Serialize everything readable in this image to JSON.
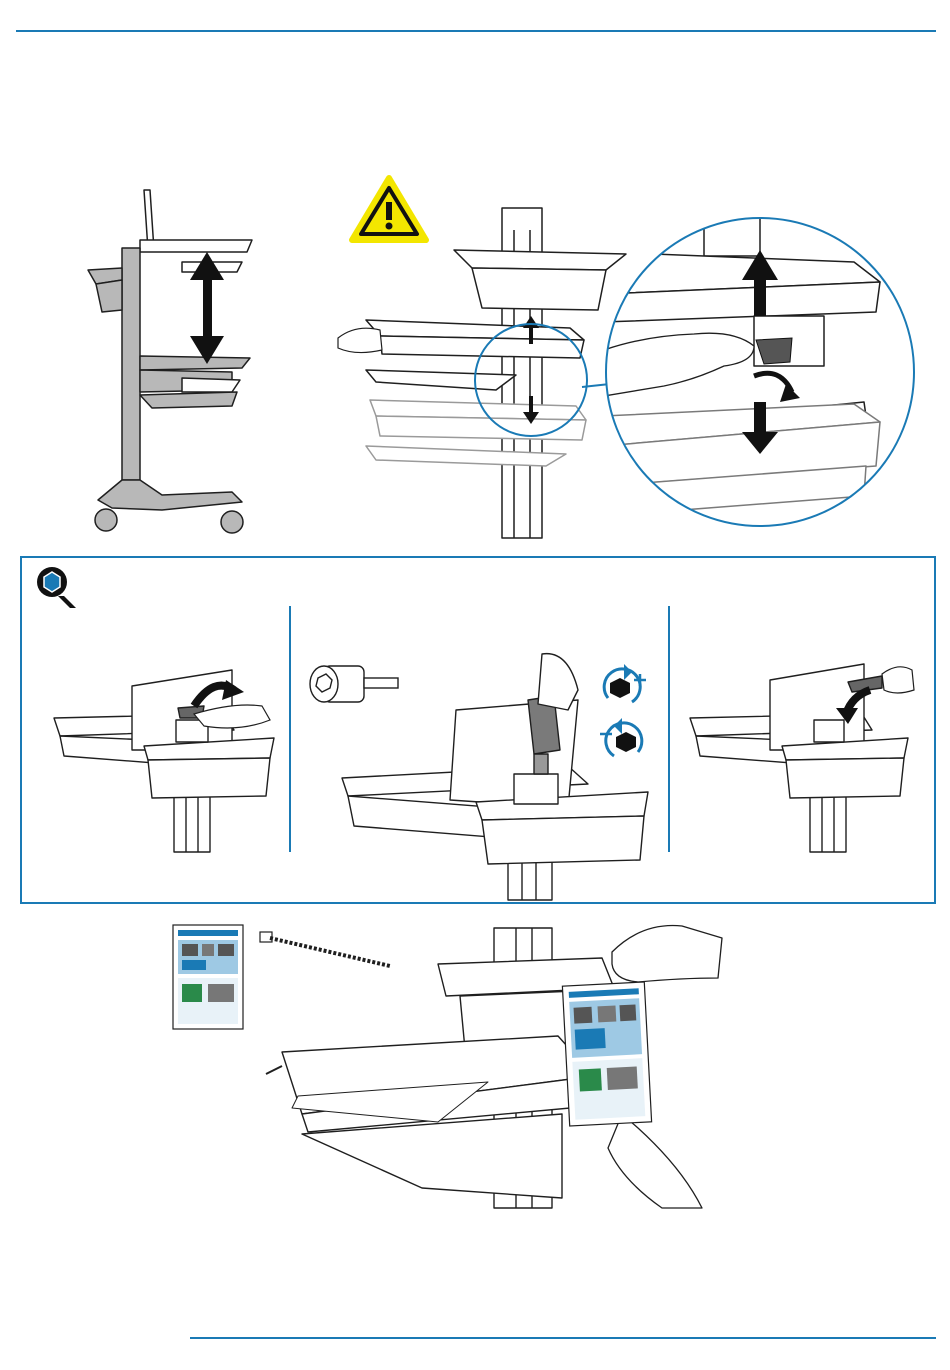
{
  "colors": {
    "accent": "#1a7ab5",
    "warning_fill": "#f3e600",
    "line": "#1f1f1f",
    "cart_gray": "#b8b8b8",
    "light_gray": "#d9d9d9"
  },
  "icons": {
    "warning": "warning-triangle-icon",
    "tool": "wrench-hex-icon",
    "tighten": "rotate-clockwise-plus-icon",
    "loosen": "rotate-counterclockwise-minus-icon"
  },
  "figures": {
    "cart_side": "cart-height-adjust-figure",
    "cart_detail": "worksurface-lever-adjust-figure",
    "step1": "remove-cover-figure",
    "step2": "drive-screw-figure",
    "step3": "replace-cover-figure",
    "step4": "attach-guide-figure"
  }
}
